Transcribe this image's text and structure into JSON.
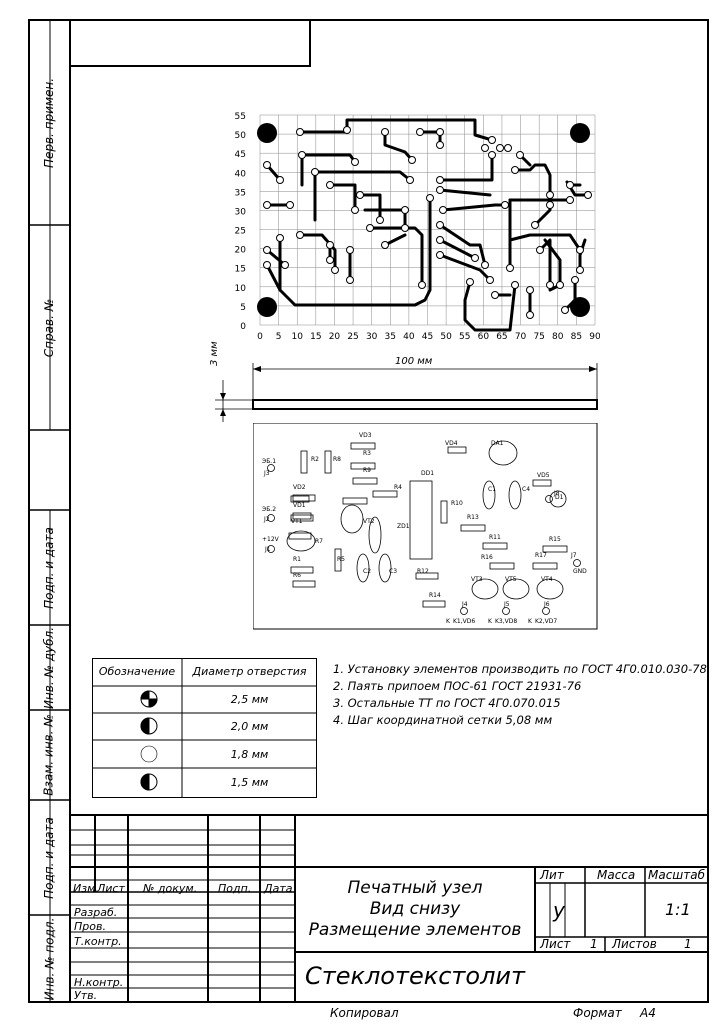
{
  "side_stamps": [
    "Перв. примен.",
    "Справ. №",
    "Подп. и дата",
    "Инв. № дубл.",
    "Взам. инв. №",
    "Подп. и дата",
    "Инв. № подл."
  ],
  "pcb": {
    "y_ticks": [
      "55",
      "50",
      "45",
      "40",
      "35",
      "30",
      "25",
      "20",
      "15",
      "10",
      "5",
      "0"
    ],
    "x_ticks": [
      "0",
      "5",
      "10",
      "15",
      "20",
      "25",
      "30",
      "35",
      "40",
      "45",
      "50",
      "55",
      "60",
      "65",
      "70",
      "75",
      "80",
      "85",
      "90"
    ]
  },
  "side_view": {
    "width_label": "100 мм",
    "height_label": "3 мм"
  },
  "assembly": {
    "labels": [
      {
        "t": "VD3"
      },
      {
        "t": "VD4"
      },
      {
        "t": "DA1"
      },
      {
        "t": "R2"
      },
      {
        "t": "R8"
      },
      {
        "t": "R3"
      },
      {
        "t": "R9"
      },
      {
        "t": "DD1"
      },
      {
        "t": "VD5"
      },
      {
        "t": "C1"
      },
      {
        "t": "C4"
      },
      {
        "t": "D1"
      },
      {
        "t": "VD2"
      },
      {
        "t": "R4"
      },
      {
        "t": "VD1"
      },
      {
        "t": "R10"
      },
      {
        "t": "R13"
      },
      {
        "t": "VT1"
      },
      {
        "t": "VT2"
      },
      {
        "t": "ZD1"
      },
      {
        "t": "R11"
      },
      {
        "t": "R15"
      },
      {
        "t": "R7"
      },
      {
        "t": "R5"
      },
      {
        "t": "R16"
      },
      {
        "t": "R17"
      },
      {
        "t": "R1"
      },
      {
        "t": "C2"
      },
      {
        "t": "C3"
      },
      {
        "t": "R12"
      },
      {
        "t": "VT3"
      },
      {
        "t": "VT5"
      },
      {
        "t": "VT4"
      },
      {
        "t": "R6"
      },
      {
        "t": "R14"
      },
      {
        "t": "J1"
      },
      {
        "t": "J2"
      },
      {
        "t": "J3"
      },
      {
        "t": "J4"
      },
      {
        "t": "J5"
      },
      {
        "t": "J6"
      },
      {
        "t": "J7"
      },
      {
        "t": "J8"
      },
      {
        "t": "GND"
      },
      {
        "t": "K"
      },
      {
        "t": "K1,VD6"
      },
      {
        "t": "K"
      },
      {
        "t": "K3,VD8"
      },
      {
        "t": "K"
      },
      {
        "t": "K2,VD7"
      },
      {
        "t": "+12V"
      },
      {
        "t": "ЭБ.1"
      },
      {
        "t": "ЭБ.2"
      }
    ]
  },
  "holes_table": {
    "headers": [
      "Обозначение",
      "Диаметр отверстия"
    ],
    "rows": [
      {
        "symbol": "quarter-filled-circle",
        "diameter": "2,5 мм"
      },
      {
        "symbol": "half-filled-circle",
        "diameter": "2,0 мм"
      },
      {
        "symbol": "empty-circle",
        "diameter": "1,8 мм"
      },
      {
        "symbol": "half-filled-circle",
        "diameter": "1,5 мм"
      }
    ]
  },
  "notes": [
    "1. Установку элементов производить по ГОСТ 4Г0.010.030-78",
    "2. Паять припоем ПОС-61 ГОСТ 21931-76",
    "3. Остальные ТТ по ГОСТ 4Г0.070.015",
    "4. Шаг координатной сетки 5,08 мм"
  ],
  "title_block": {
    "col_headers": [
      "Изм.",
      "Лист",
      "№ докум.",
      "Подп.",
      "Дата"
    ],
    "roles": [
      "Разраб.",
      "Пров.",
      "Т.контр.",
      "Н.контр.",
      "Утв."
    ],
    "title_lines": [
      "Печатный узел",
      "Вид снизу",
      "Размещение элементов"
    ],
    "material": "Стеклотекстолит",
    "lit_label": "Лит",
    "mass_label": "Масса",
    "scale_label": "Масштаб",
    "lit_value": "у",
    "scale_value": "1:1",
    "sheet_label": "Лист",
    "sheet_value": "1",
    "sheets_label": "Листов",
    "sheets_value": "1",
    "copied_label": "Копировал",
    "format_label": "Формат",
    "format_value": "А4"
  }
}
